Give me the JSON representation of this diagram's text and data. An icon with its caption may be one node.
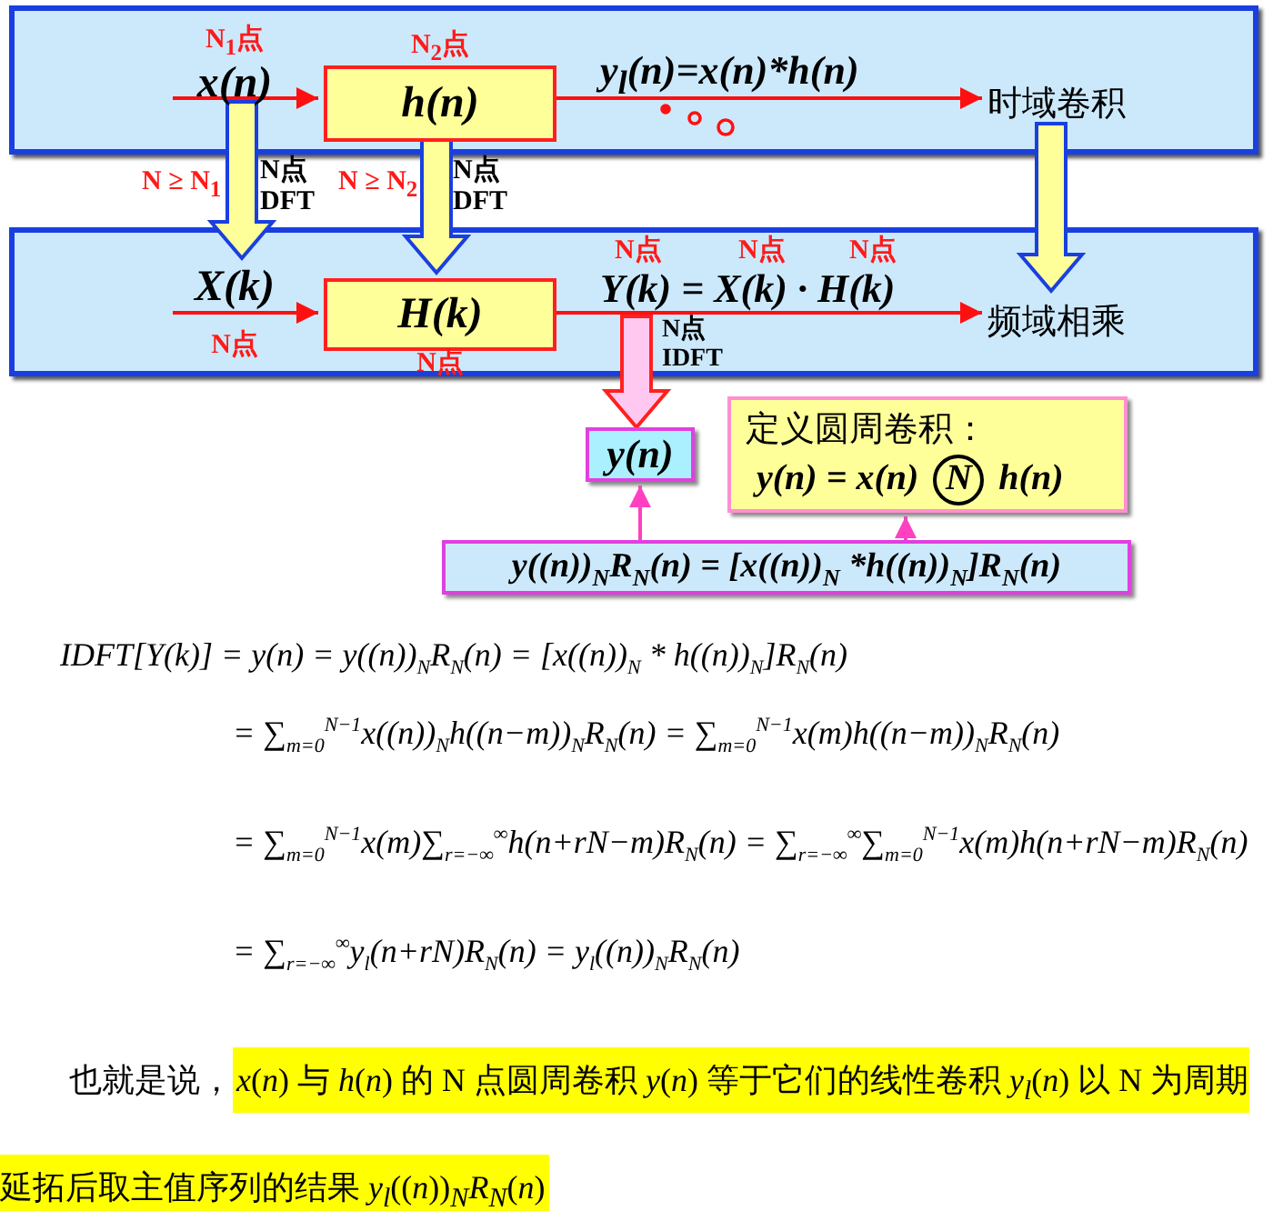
{
  "diagram": {
    "nodes": [
      {
        "text": [],
        "shape": "box"
      },
      {
        "text": [
          "x(n)"
        ],
        "beside": [
          "N$_{1}$点"
        ],
        "in": 0
      },
      {
        "text": [
          "h(n)"
        ],
        "beside": [
          "N$_{2}$点"
        ],
        "in": 0
      },
      {
        "text": [
          "时域卷积"
        ],
        "in": 0
      },
      {
        "text": [],
        "shape": "box"
      },
      {
        "text": [
          "X(k)"
        ],
        "beside": [
          "N点"
        ],
        "in": 4
      },
      {
        "text": [
          "H(k)"
        ],
        "beside": [
          "N点"
        ],
        "in": 4
      },
      {
        "text": [
          "频域相乘"
        ],
        "in": 4
      },
      {
        "text": [
          "y(n)"
        ]
      },
      {
        "text": [
          "定义圆周卷积：",
          "y(n) = x(n)",
          "N",
          "h(n)"
        ]
      },
      {
        "text": [
          "y((n))$_{N}$R$_{N}$(n) = [x((n))$_{N}$ *h((n))$_{N}$]R$_{N}$(n)"
        ]
      }
    ],
    "edges": [
      {
        "from": 1,
        "to": 2,
        "arrow": "to"
      },
      {
        "from": 2,
        "to": 3,
        "arrow": "to",
        "label": "y$_{l}$(n)=x(n)*h(n)"
      },
      {
        "from": 1,
        "to": 5,
        "arrow": "to",
        "style": "thick",
        "color": "#ffff99",
        "label": "N点 DFT"
      },
      {
        "from": 2,
        "to": 6,
        "arrow": "to",
        "style": "thick",
        "color": "#ffff99",
        "label": "N点 DFT"
      },
      {
        "from": 3,
        "to": 7,
        "arrow": "to",
        "style": "thick",
        "color": "#ffff99"
      },
      {
        "from": 5,
        "to": 6,
        "arrow": "to"
      },
      {
        "from": 6,
        "to": 7,
        "arrow": "to",
        "label": "Y(k) = X(k) · H(k)"
      },
      {
        "from": 6,
        "to": 8,
        "arrow": "to",
        "style": "thick",
        "color": "#ffc8f0",
        "label": "N点 IDFT"
      },
      {
        "from": 10,
        "to": 8,
        "arrow": "to",
        "color": "#ff40c0"
      },
      {
        "from": 10,
        "to": 9,
        "arrow": "to",
        "color": "#ff40c0"
      }
    ],
    "labels": [
      "N ≥ N$_{1}$",
      "N ≥ N$_{2}$",
      "N点",
      "N点",
      "N点",
      "IDFT[Y(k)] = y(n) = y((n))$_{N}$R$_{N}$(n) = [x((n))$_{N}$ * h((n))$_{N}$]R$_{N}$(n)",
      "= ∑$_{m=0}$$^{N−1}$x((n))$_{N}$h((n−m))$_{N}$R$_{N}$(n) = ∑$_{m=0}$$^{N−1}$x(m)h((n−m))$_{N}$R$_{N}$(n)",
      "= ∑$_{m=0}$$^{N−1}$x(m)∑$_{r=−∞}$$^{∞}$h(n+rN−m)R$_{N}$(n) = ∑$_{r=−∞}$$^{∞}$∑$_{m=0}$$^{N−1}$x(m)h(n+rN−m)R$_{N}$(n)",
      "= ∑$_{r=−∞}$$^{∞}$y$_{l}$(n+rN)R$_{N}$(n) = y$_{l}$((n))$_{N}$R$_{N}$(n)",
      "也就是说，",
      "*x*(*n*) 与 *h*(*n*) 的 N 点圆周卷积 *y*(*n*) 等于它们的线性卷积 *y*$_{l}$(*n*) 以 N 为周期延拓后取主值序列的结果 *y*$_{l}$((*n*))$_{N}$*R*$_{N}$(*n*)"
    ]
  }
}
